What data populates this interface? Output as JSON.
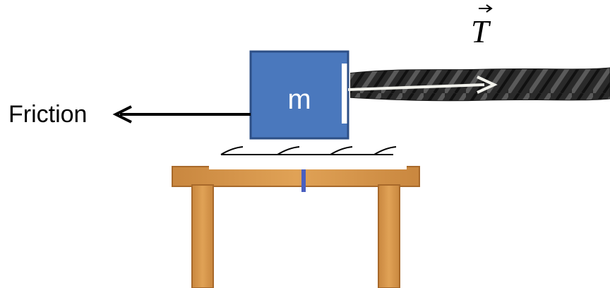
{
  "block": {
    "label": "m"
  },
  "forces": {
    "friction_label": "Friction",
    "tension_label": "T"
  },
  "colors": {
    "block_fill": "#4a78bd",
    "block_stroke": "#2d4f86",
    "table_wood": "#d9984c",
    "table_wood_dark": "#a8692a",
    "rope": "#2a2a2a",
    "tension_arrow": "#f2f2ec",
    "friction_arrow": "#000000",
    "table_mark": "#4a5fc0"
  },
  "icons": {
    "tension_arrow": "arrow-right-icon",
    "friction_arrow": "arrow-left-icon",
    "vector_symbol": "vector-arrow-icon"
  }
}
